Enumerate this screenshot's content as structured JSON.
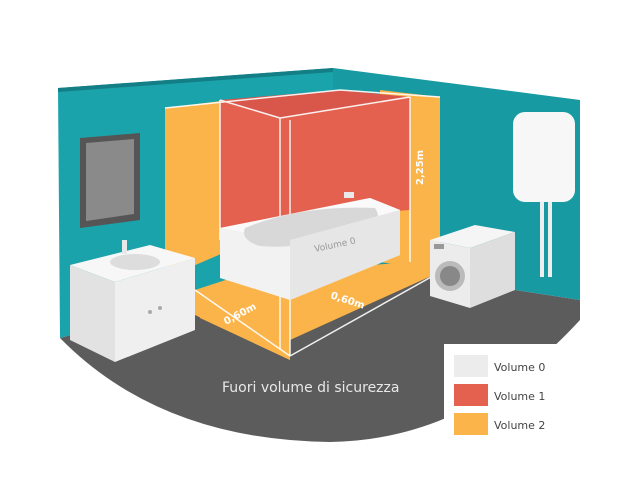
{
  "diagram": {
    "bath_label": "Volume 0",
    "dimension_height": "2,25m",
    "dimension_left": "0,60m",
    "dimension_front": "0,60m",
    "outside_label": "Fuori volume di sicurezza"
  },
  "legend": {
    "items": [
      {
        "label": "Volume 0",
        "color": "#ececec"
      },
      {
        "label": "Volume 1",
        "color": "#e4614f"
      },
      {
        "label": "Volume 2",
        "color": "#fbb44a"
      }
    ]
  },
  "colors": {
    "wall": "#1ba3ab",
    "wall_dark": "#168d95",
    "floor": "#5c5c5c",
    "volume1": "#e4614f",
    "volume2": "#fbb44a"
  }
}
